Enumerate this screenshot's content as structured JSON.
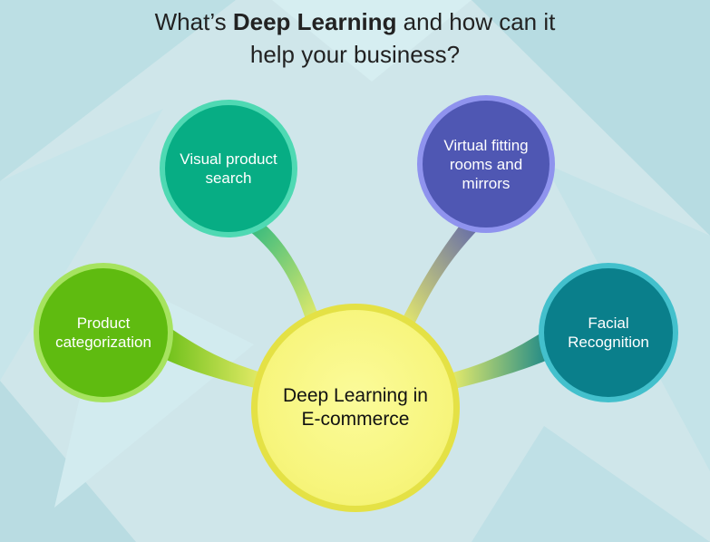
{
  "title": {
    "prefix": "What’s ",
    "emphasis": "Deep Learning",
    "suffix": " and how can it",
    "line2": "help your business?"
  },
  "center": {
    "label": "Deep Learning in\nE-commerce",
    "color": "#f7f57c"
  },
  "branches": [
    {
      "label": "Visual product\nsearch",
      "color": "#07ad84"
    },
    {
      "label": "Virtual fitting\nrooms and\nmirrors",
      "color": "#4f57b3"
    },
    {
      "label": "Product\ncategorization",
      "color": "#5fbb10"
    },
    {
      "label": "Facial\nRecognition",
      "color": "#0a7f8b"
    }
  ]
}
